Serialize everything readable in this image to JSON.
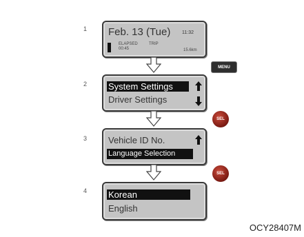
{
  "steps": [
    {
      "number": "1"
    },
    {
      "number": "2"
    },
    {
      "number": "3"
    },
    {
      "number": "4"
    }
  ],
  "screen1": {
    "date": "Feb. 13 (Tue)",
    "time": "11:32",
    "elapsed_label": "ELAPSED",
    "elapsed_value": "00:45",
    "trip_label": "TRIP",
    "trip_value": "15.6km"
  },
  "screen2": {
    "line1": "System Settings",
    "line2": "Driver Settings"
  },
  "screen3": {
    "line1": "Vehicle ID No.",
    "line2": "Language Selection"
  },
  "screen4": {
    "line1": "Korean",
    "line2": "English"
  },
  "buttons": {
    "menu": "MENU",
    "sel": "SEL"
  },
  "caption": "OCY28407M"
}
